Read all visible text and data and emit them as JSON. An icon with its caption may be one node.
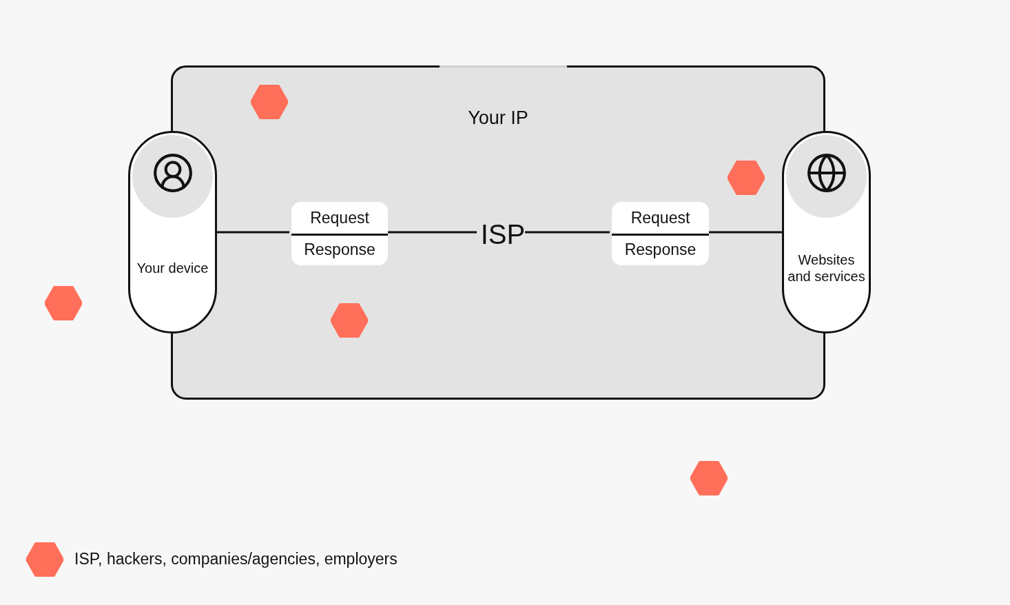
{
  "diagram": {
    "nodes": [
      {
        "text": [
          "Your IP"
        ]
      },
      {
        "text": [
          "Your device"
        ]
      },
      {
        "text": [
          "Request",
          "Response"
        ],
        "in": 0
      },
      {
        "text": [
          "ISP"
        ],
        "in": 0
      },
      {
        "text": [
          "Request",
          "Response"
        ],
        "in": 0
      },
      {
        "text": [
          "Websites and services"
        ]
      }
    ],
    "edges": [
      {
        "from": 1,
        "to": 2,
        "arrow": "none"
      },
      {
        "from": 2,
        "to": 3,
        "arrow": "none"
      },
      {
        "from": 3,
        "to": 4,
        "arrow": "none"
      },
      {
        "from": 4,
        "to": 5,
        "arrow": "none"
      }
    ],
    "legend": [
      {
        "text": "ISP, hackers, companies/agencies, employers",
        "color": "#ff6f5a"
      }
    ]
  }
}
